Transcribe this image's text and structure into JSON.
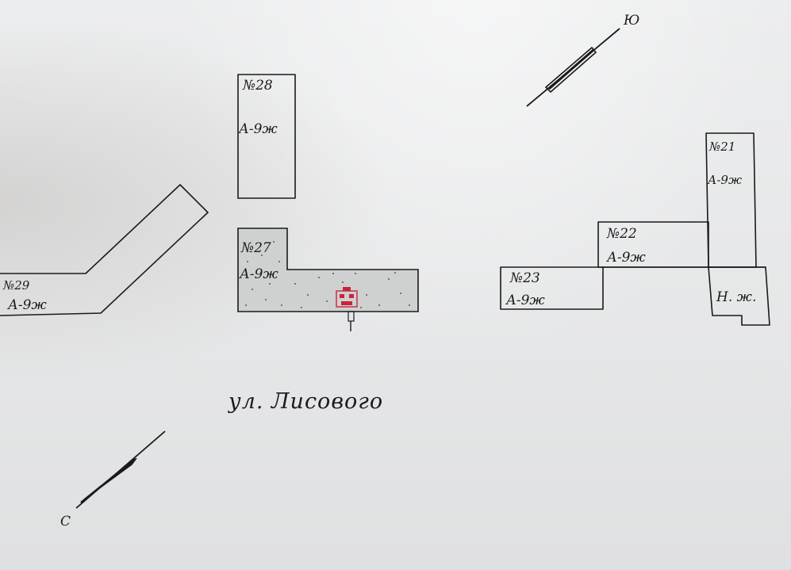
{
  "buildings": {
    "b28": {
      "number": "№28",
      "type": "А-9ж"
    },
    "b27": {
      "number": "№27",
      "type": "А-9ж"
    },
    "b29": {
      "number": "№29",
      "type": "А-9ж"
    },
    "b21": {
      "number": "№21",
      "type": "А-9ж"
    },
    "b22": {
      "number": "№22",
      "type": "А-9ж"
    },
    "b23": {
      "number": "№23",
      "type": "А-9ж"
    },
    "annex": {
      "type": "Н. ж."
    }
  },
  "street": {
    "label": "ул. Лисового"
  },
  "compass": {
    "north": "С",
    "south": "Ю"
  },
  "colors": {
    "ink": "#1a1a1a",
    "paper": "#e9eaea",
    "shading": "#cfd0d0",
    "marker": "#c8253a"
  },
  "icons": [
    "compass-north-arrow-icon",
    "compass-south-arrow-icon",
    "site-marker-icon"
  ]
}
